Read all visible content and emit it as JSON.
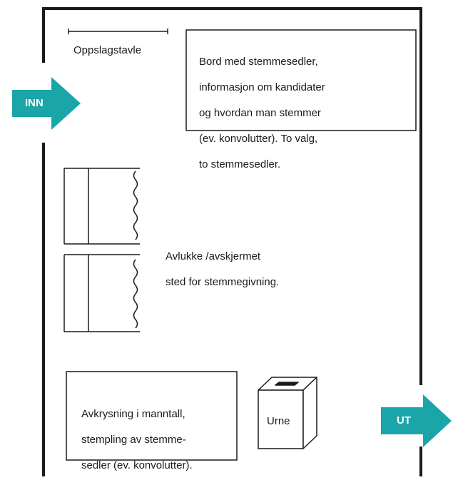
{
  "notice_board": {
    "label": "Oppslagstavle"
  },
  "ballot_table": {
    "lines": [
      "Bord med stemmesedler,",
      "informasjon om kandidater",
      "og hvordan man stemmer",
      "(ev. konvolutter). To valg,",
      "to stemmesedler."
    ]
  },
  "booths": {
    "label_lines": [
      "Avlukke /avskjermet",
      "sted for stemmegivning."
    ]
  },
  "registration_desk": {
    "lines": [
      "Avkrysning i manntall,",
      "stempling av stemme-",
      "sedler (ev. konvolutter)."
    ]
  },
  "ballot_box": {
    "label": "Urne"
  },
  "entry_arrow": {
    "label": "INN"
  },
  "exit_arrow": {
    "label": "UT"
  },
  "colors": {
    "arrow": "#1aa5a8",
    "line": "#1a1a1a"
  }
}
